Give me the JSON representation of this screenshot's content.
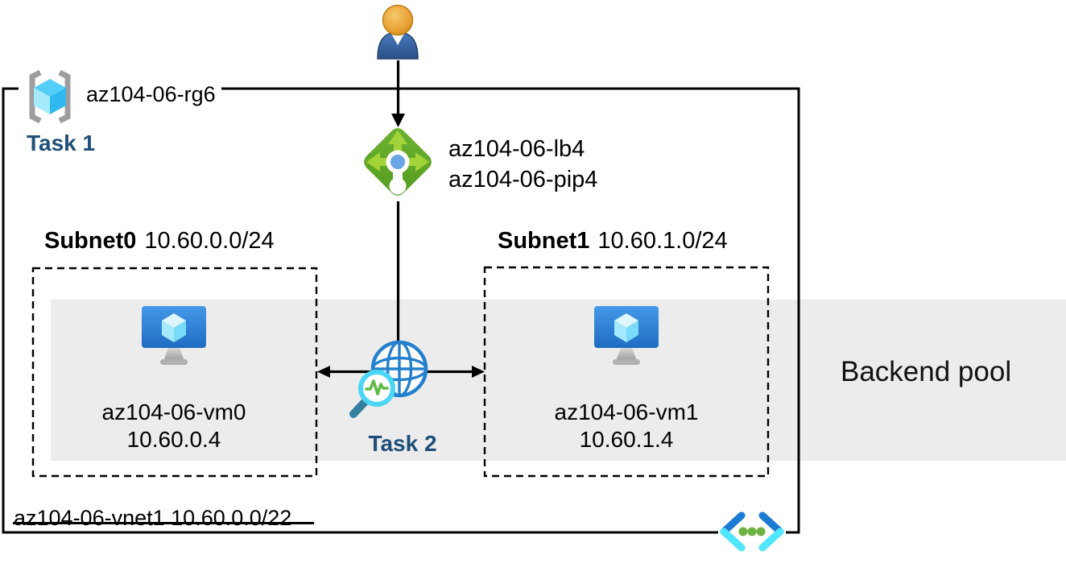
{
  "resource_group": {
    "name": "az104-06-rg6",
    "task_label": "Task 1"
  },
  "load_balancer": {
    "name": "az104-06-lb4",
    "public_ip": "az104-06-pip4",
    "task_label": "Task 2"
  },
  "subnets": [
    {
      "name": "Subnet0",
      "cidr": "10.60.0.0/24",
      "vm_name": "az104-06-vm0",
      "vm_ip": "10.60.0.4"
    },
    {
      "name": "Subnet1",
      "cidr": "10.60.1.0/24",
      "vm_name": "az104-06-vm1",
      "vm_ip": "10.60.1.4"
    }
  ],
  "backend_pool": {
    "label": "Backend pool"
  },
  "vnet": {
    "name": "az104-06-vnet1",
    "cidr": "10.60.0.0/22"
  },
  "icons": {
    "user": "user-icon",
    "resource_group": "resource-group-icon",
    "load_balancer": "load-balancer-icon",
    "virtual_machine": "vm-icon",
    "health_probe_globe": "health-probe-icon",
    "virtual_network": "virtual-network-icon"
  },
  "colors": {
    "task_text": "#1f4e79",
    "backend_band": "#ececec",
    "lb_green": "#5fa82b",
    "lb_arrow_green": "#a2d339",
    "azure_blue": "#2380ce",
    "vnet_cyan": "#50e6ff",
    "vnet_dark_blue": "#1c7cd4",
    "probe_pulse_green": "#5fbb46"
  }
}
